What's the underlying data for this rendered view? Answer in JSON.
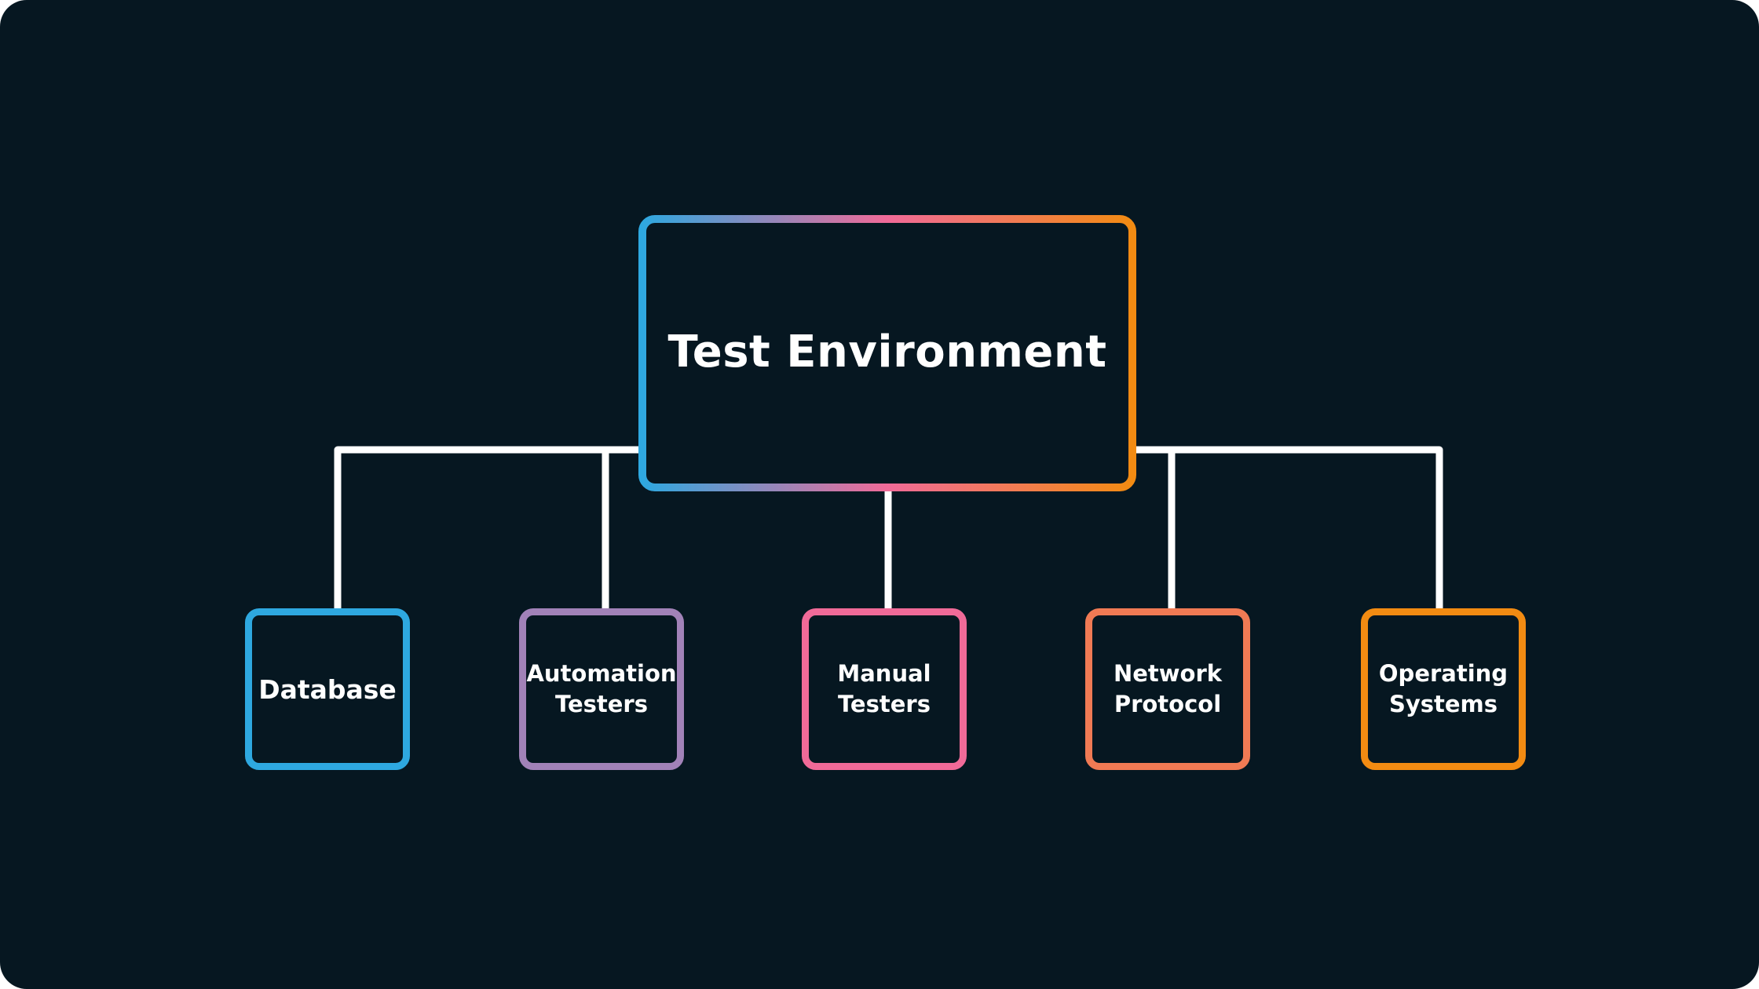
{
  "diagram": {
    "root": {
      "label": "Test Environment",
      "gradient": [
        "#2ea8e0",
        "#f06a98",
        "#f28b12"
      ]
    },
    "children": [
      {
        "label": "Database",
        "color": "#2ea8e0"
      },
      {
        "label": "Automation\nTesters",
        "color": "#a182b8"
      },
      {
        "label": "Manual\nTesters",
        "color": "#f06a98"
      },
      {
        "label": "Network\nProtocol",
        "color": "#f07a54"
      },
      {
        "label": "Operating\nSystems",
        "color": "#f28b12"
      }
    ],
    "connector_color": "#ffffff",
    "background": "#061721"
  }
}
